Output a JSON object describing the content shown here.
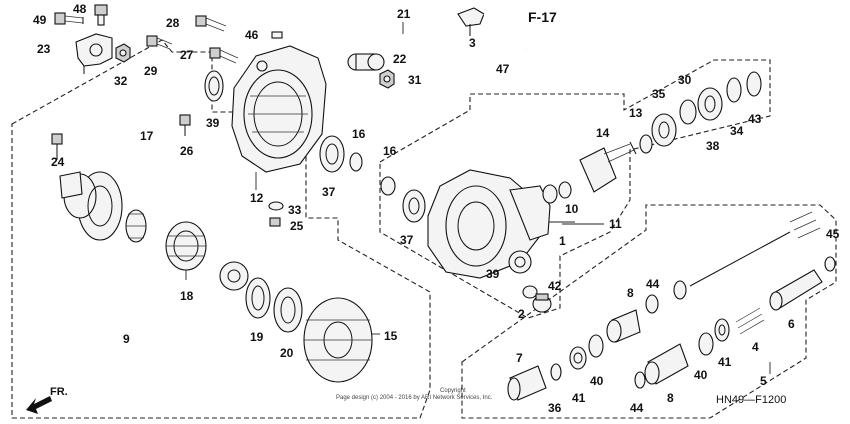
{
  "diagram": {
    "reference": "F-17",
    "code": "HN49—F1200",
    "copyright_line1": "Copyright",
    "copyright_line2": "Page design (c) 2004 - 2016 by ARI Network Services, Inc.",
    "direction": "FR.",
    "callouts": {
      "n1": "1",
      "n2": "2",
      "n3": "3",
      "n4": "4",
      "n5": "5",
      "n6": "6",
      "n7": "7",
      "n8a": "8",
      "n8b": "8",
      "n9": "9",
      "n10": "10",
      "n11": "11",
      "n12": "12",
      "n13": "13",
      "n14": "14",
      "n15": "15",
      "n16a": "16",
      "n16b": "16",
      "n17": "17",
      "n18": "18",
      "n19": "19",
      "n20": "20",
      "n21": "21",
      "n22": "22",
      "n23": "23",
      "n24": "24",
      "n25": "25",
      "n26": "26",
      "n27": "27",
      "n28": "28",
      "n29": "29",
      "n30": "30",
      "n31": "31",
      "n32": "32",
      "n33": "33",
      "n34": "34",
      "n35": "35",
      "n36": "36",
      "n37a": "37",
      "n37b": "37",
      "n38": "38",
      "n39a": "39",
      "n39b": "39",
      "n40a": "40",
      "n40b": "40",
      "n41a": "41",
      "n41b": "41",
      "n42": "42",
      "n43": "43",
      "n44a": "44",
      "n44b": "44",
      "n45": "45",
      "n46": "46",
      "n47": "47",
      "n48": "48",
      "n49": "49"
    }
  }
}
